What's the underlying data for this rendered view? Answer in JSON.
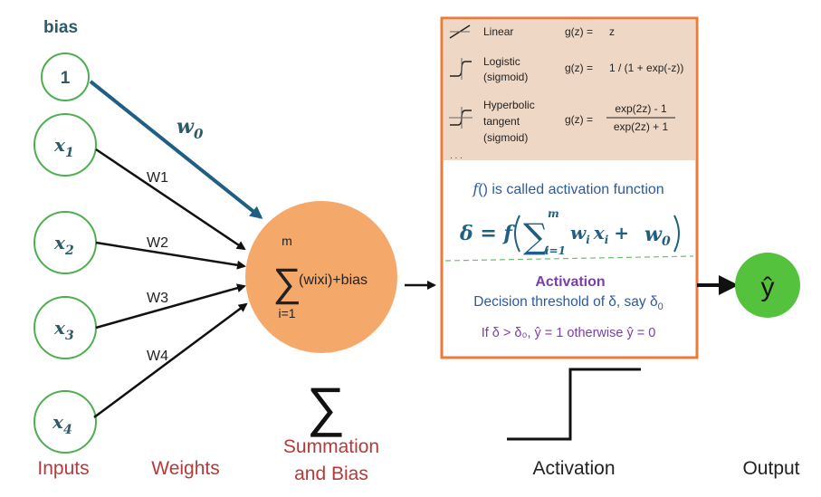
{
  "bias": {
    "title": "bias",
    "node_value": "1",
    "weight_label": "w",
    "weight_sub": "0"
  },
  "inputs": [
    {
      "label": "x",
      "sub": "1",
      "weight": "W1"
    },
    {
      "label": "x",
      "sub": "2",
      "weight": "W2"
    },
    {
      "label": "x",
      "sub": "3",
      "weight": "W3"
    },
    {
      "label": "x",
      "sub": "4",
      "weight": "W4"
    }
  ],
  "summation": {
    "upper": "m",
    "lower": "i=1",
    "sigma": "∑",
    "expression": "(wixi)+bias",
    "big_sigma": "∑"
  },
  "activation_table": {
    "rows": [
      {
        "name": "Linear",
        "name2": "",
        "name3": "",
        "eq": "g(z) =",
        "formula": "z",
        "formula_den": ""
      },
      {
        "name": "Logistic",
        "name2": "(sigmoid)",
        "name3": "",
        "eq": "g(z) =",
        "formula": "1 / (1 + exp(-z))",
        "formula_den": ""
      },
      {
        "name": "Hyperbolic",
        "name2": "tangent",
        "name3": "(sigmoid)",
        "eq": "g(z) =",
        "formula": "exp(2z) - 1",
        "formula_den": "exp(2z) + 1"
      }
    ],
    "ellipsis": ". . ."
  },
  "activation_info": {
    "f_symbol": "f",
    "f_text": "() is called activation function",
    "eq_lhs": "δ = f",
    "eq_sum": "∑",
    "eq_upper": "m",
    "eq_lower": "i=1",
    "eq_terms": "w",
    "eq_i": "i",
    "eq_x": "x",
    "eq_plus": "+",
    "eq_w0": "w",
    "eq_w0_sub": "0",
    "heading": "Activation",
    "threshold_text": "Decision threshold of δ, say δ",
    "threshold_sub": "0",
    "rule_text": "If δ > δ₀, ŷ = 1 otherwise ŷ = 0"
  },
  "output": {
    "symbol": "ŷ"
  },
  "bottom_labels": {
    "inputs": "Inputs",
    "weights": "Weights",
    "summation_1": "Summation",
    "summation_2": "and Bias",
    "activation": "Activation",
    "output": "Output"
  },
  "colors": {
    "node_green": "#4caf50",
    "sum_orange": "#f4a96a",
    "box_border": "#ee7a3a",
    "table_bg": "#efd7c6",
    "bias_arrow": "#1f5f82",
    "label_red": "#b63a3a",
    "teal_text": "#2d5a66",
    "blue_text": "#2c5aa0",
    "purple_text": "#7b3fa8",
    "output_green": "#55c23e"
  }
}
